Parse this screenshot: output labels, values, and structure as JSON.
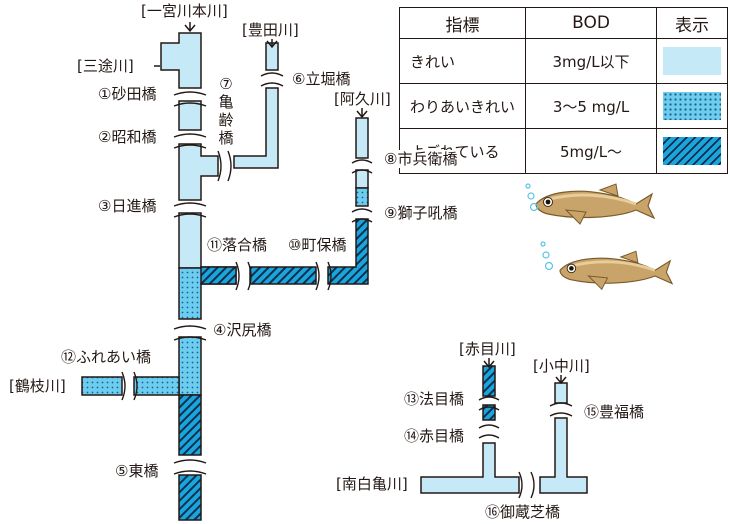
{
  "legend": {
    "headers": [
      "指標",
      "BOD",
      "表示"
    ],
    "rows": [
      {
        "label": "きれい",
        "value": "3mg/L以下",
        "swatch": "clean"
      },
      {
        "label": "わりあいきれい",
        "value": "3～5 mg/L",
        "swatch": "fair"
      },
      {
        "label": "よごれている",
        "value": "5mg/L～",
        "swatch": "dirty"
      }
    ]
  },
  "rivers": {
    "ichinomiya": "[一宮川本川]",
    "toyota": "[豊田川]",
    "sanzu": "[三途川]",
    "aku": "[阿久川]",
    "tsurueda": "[鶴枝川]",
    "akame": "[赤目川]",
    "konaka": "[小中川]",
    "minamishirakame": "[南白亀川]"
  },
  "stations": {
    "s1": "①砂田橋",
    "s2": "②昭和橋",
    "s3": "③日進橋",
    "s4": "④沢尻橋",
    "s5": "⑤東橋",
    "s6": "⑥立堀橋",
    "s7": "⑦亀齢橋",
    "s8": "⑧市兵衛橋",
    "s9": "⑨獅子吼橋",
    "s10": "⑩町保橋",
    "s11": "⑪落合橋",
    "s12": "⑫ふれあい橋",
    "s13": "⑬法目橋",
    "s14": "⑭赤目橋",
    "s15": "⑮豊福橋",
    "s16": "⑯御蔵芝橋"
  },
  "colors": {
    "clean": "#c6e9f7",
    "fair": "#6dcdf1",
    "fair_dot": "#1f5f86",
    "dirty_light": "#1aa6dc",
    "dirty_dark": "#0d2f4d",
    "outline": "#231815"
  },
  "illustration": "medaka-fish-icon"
}
